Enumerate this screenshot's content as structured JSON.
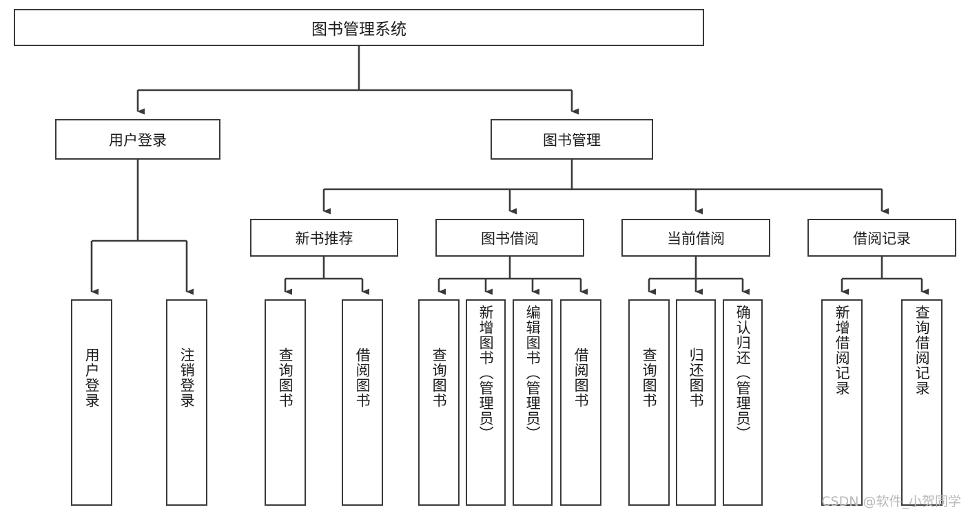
{
  "diagram": {
    "type": "tree",
    "title": "图书管理系统",
    "watermark": "CSDN @软件_小贺同学",
    "colors": {
      "box_border": "#3a3a3a",
      "box_fill": "#ffffff",
      "connector": "#3a3a3a",
      "text": "#1b1b1b",
      "watermark": "#b9b9b9",
      "background": "#ffffff"
    },
    "root": {
      "id": "root",
      "label": "图书管理系统"
    },
    "level1": [
      {
        "id": "login",
        "label": "用户登录"
      },
      {
        "id": "bookmgmt",
        "label": "图书管理"
      }
    ],
    "level2": [
      {
        "id": "newbook",
        "label": "新书推荐",
        "parent": "bookmgmt"
      },
      {
        "id": "borrow",
        "label": "图书借阅",
        "parent": "bookmgmt"
      },
      {
        "id": "current",
        "label": "当前借阅",
        "parent": "bookmgmt"
      },
      {
        "id": "records",
        "label": "借阅记录",
        "parent": "bookmgmt"
      }
    ],
    "leaves": [
      {
        "id": "leaf-1",
        "label": "用户登录",
        "parent": "login"
      },
      {
        "id": "leaf-2",
        "label": "注销登录",
        "parent": "login"
      },
      {
        "id": "leaf-3",
        "label": "查询图书",
        "parent": "newbook"
      },
      {
        "id": "leaf-4",
        "label": "借阅图书",
        "parent": "newbook"
      },
      {
        "id": "leaf-5",
        "label": "查询图书",
        "parent": "borrow"
      },
      {
        "id": "leaf-6",
        "label": "新增图书（管理员）",
        "parent": "borrow"
      },
      {
        "id": "leaf-7",
        "label": "编辑图书（管理员）",
        "parent": "borrow"
      },
      {
        "id": "leaf-8",
        "label": "借阅图书",
        "parent": "borrow"
      },
      {
        "id": "leaf-9",
        "label": "查询图书",
        "parent": "current"
      },
      {
        "id": "leaf-10",
        "label": "归还图书",
        "parent": "current"
      },
      {
        "id": "leaf-11",
        "label": "确认归还（管理员）",
        "parent": "current"
      },
      {
        "id": "leaf-12",
        "label": "新增借阅记录",
        "parent": "records"
      },
      {
        "id": "leaf-13",
        "label": "查询借阅记录",
        "parent": "records"
      }
    ]
  }
}
